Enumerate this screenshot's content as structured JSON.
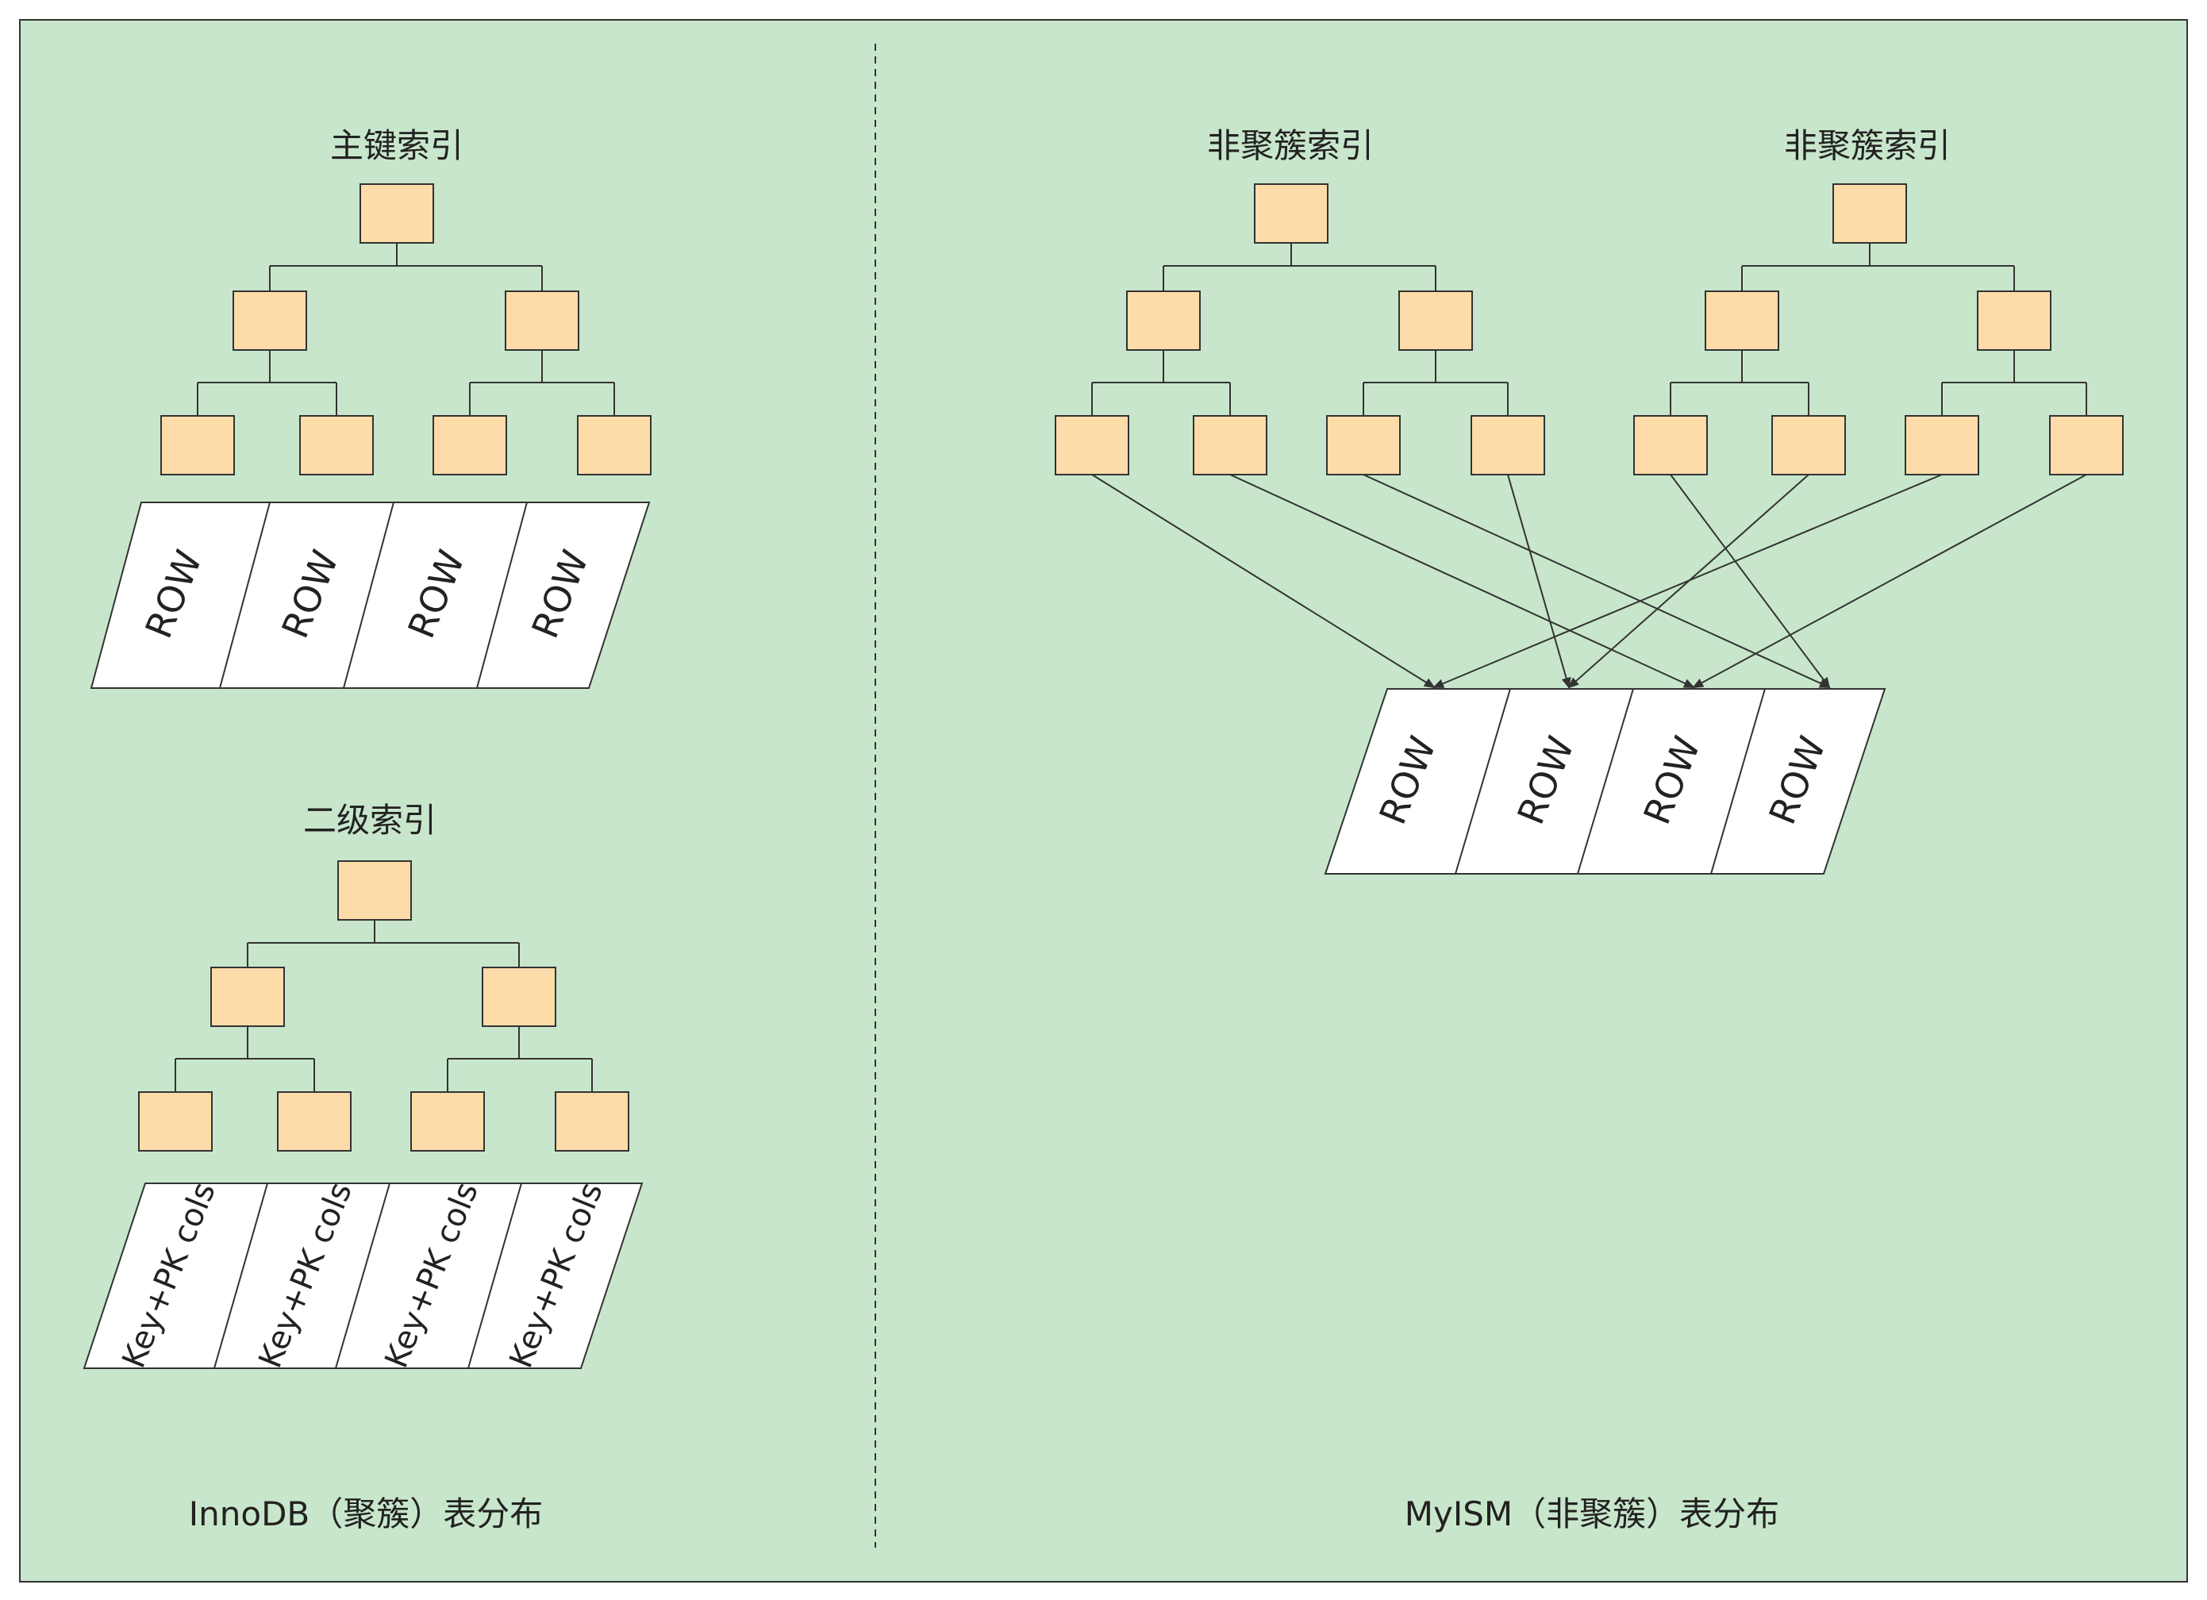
{
  "colors": {
    "background": "#c8e6cb",
    "node_fill": "#fddcaa",
    "stroke": "#333333",
    "row_fill": "#ffffff"
  },
  "innodb": {
    "caption": "InnoDB（聚簇）表分布",
    "primary_index": {
      "title": "主键索引",
      "cells": [
        "ROW",
        "ROW",
        "ROW",
        "ROW"
      ]
    },
    "secondary_index": {
      "title": "二级索引",
      "cells": [
        "Key+PK cols",
        "Key+PK cols",
        "Key+PK cols",
        "Key+PK cols"
      ]
    }
  },
  "myisam": {
    "caption": "MyISM（非聚簇）表分布",
    "index_1": {
      "title": "非聚簇索引"
    },
    "index_2": {
      "title": "非聚簇索引"
    },
    "rows": {
      "cells": [
        "ROW",
        "ROW",
        "ROW",
        "ROW"
      ]
    },
    "leaf_to_row_pointers": [
      0,
      2,
      3,
      1,
      3,
      1,
      0,
      2
    ]
  }
}
